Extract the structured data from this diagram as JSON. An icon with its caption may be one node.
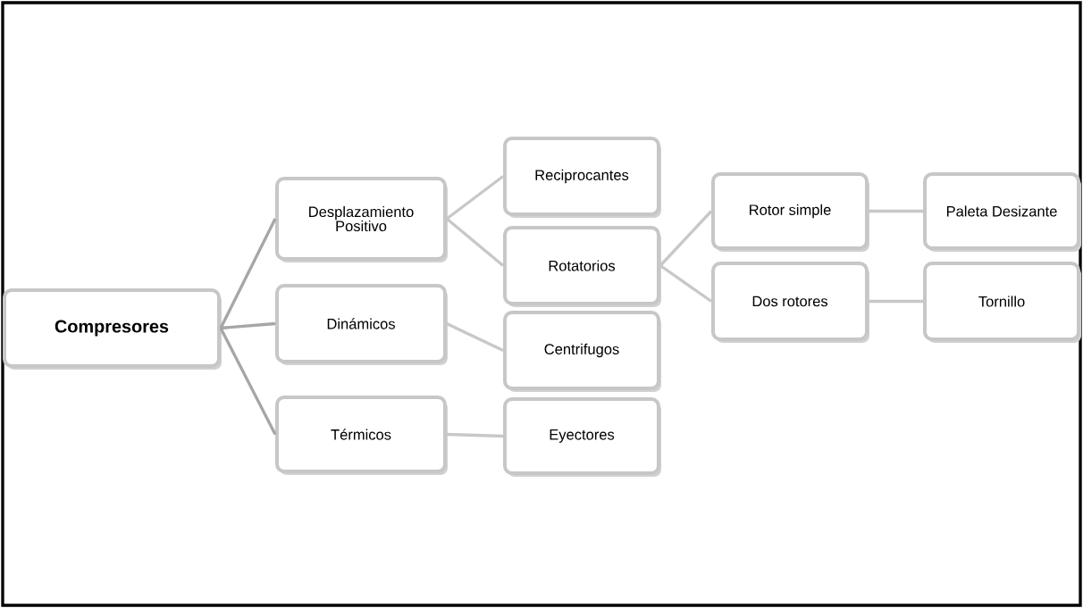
{
  "diagram": {
    "nodes": [
      {
        "text": [
          "**Compresores**"
        ]
      },
      {
        "text": [
          "Desplazamiento Positivo"
        ]
      },
      {
        "text": [
          "Dinámicos"
        ]
      },
      {
        "text": [
          "Térmicos"
        ]
      },
      {
        "text": [
          "Reciprocantes"
        ]
      },
      {
        "text": [
          "Rotatorios"
        ]
      },
      {
        "text": [
          "Centrifugos"
        ]
      },
      {
        "text": [
          "Eyectores"
        ]
      },
      {
        "text": [
          "Rotor simple"
        ]
      },
      {
        "text": [
          "Dos rotores"
        ]
      },
      {
        "text": [
          "Paleta Desizante"
        ]
      },
      {
        "text": [
          "Tornillo"
        ]
      }
    ],
    "edges": [
      {
        "from": 0,
        "to": 1,
        "arrow": "none",
        "color": "#a6a6a6"
      },
      {
        "from": 0,
        "to": 2,
        "arrow": "none",
        "color": "#a6a6a6"
      },
      {
        "from": 0,
        "to": 3,
        "arrow": "none",
        "color": "#a6a6a6"
      },
      {
        "from": 1,
        "to": 4,
        "arrow": "none"
      },
      {
        "from": 1,
        "to": 5,
        "arrow": "none"
      },
      {
        "from": 2,
        "to": 6,
        "arrow": "none"
      },
      {
        "from": 3,
        "to": 7,
        "arrow": "none"
      },
      {
        "from": 5,
        "to": 8,
        "arrow": "none"
      },
      {
        "from": 5,
        "to": 9,
        "arrow": "none"
      },
      {
        "from": 8,
        "to": 10,
        "arrow": "none"
      },
      {
        "from": 9,
        "to": 11,
        "arrow": "none"
      }
    ]
  }
}
